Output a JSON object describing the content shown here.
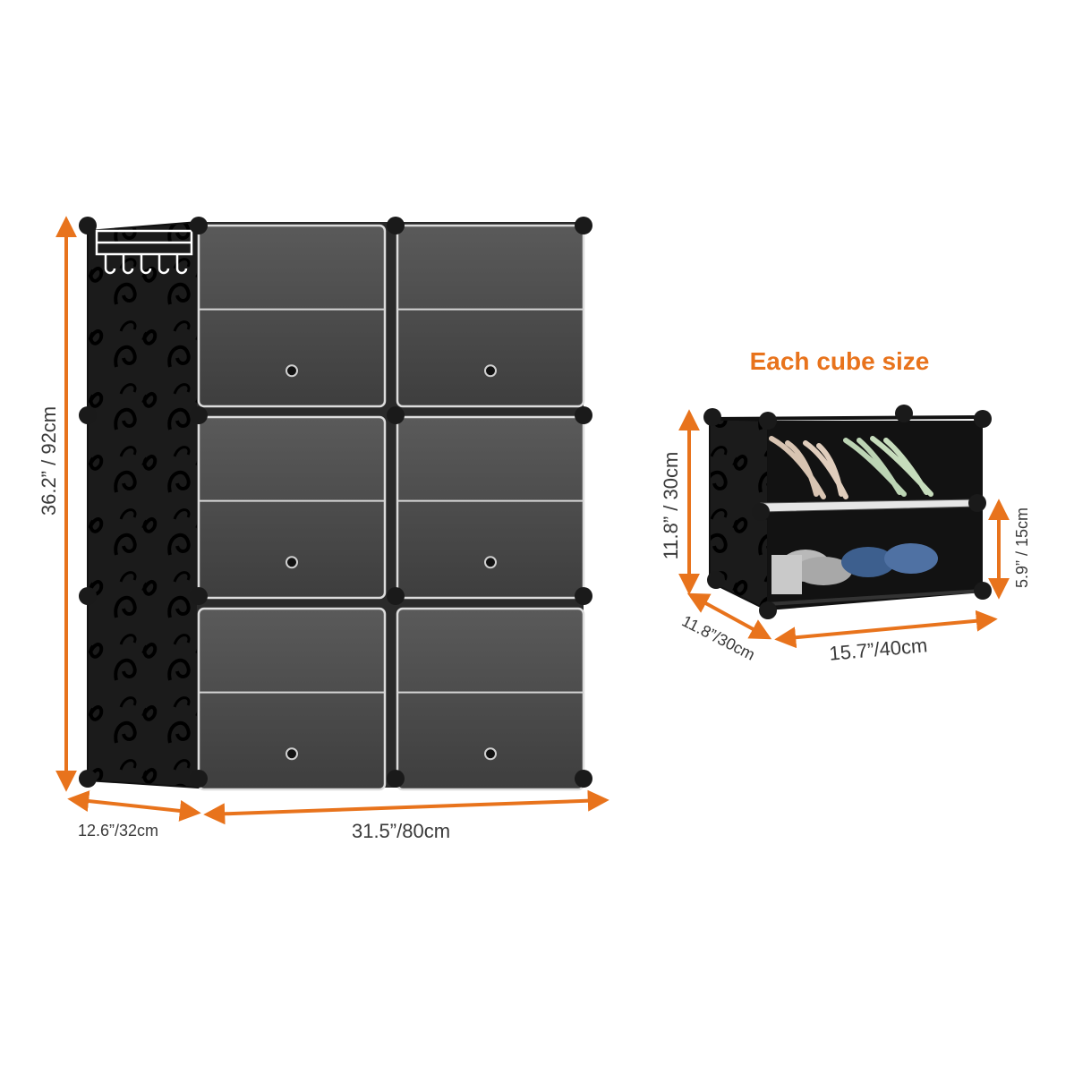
{
  "colors": {
    "arrow": "#e8731c",
    "dimension_text": "#3a3a3a",
    "heading_text": "#e8731c",
    "panel_black": "#1b1b1b",
    "door_gray": "#4a4a4a",
    "connector": "#1a1a1a"
  },
  "main_unit": {
    "height_label": "36.2” / 92cm",
    "width_label": "31.5”/80cm",
    "depth_label": "12.6”/32cm",
    "columns": 2,
    "rows": 3
  },
  "cube_detail": {
    "heading": "Each cube size",
    "height_label": "11.8” / 30cm",
    "shelf_height_label": "5.9” / 15cm",
    "depth_label": "11.8”/30cm",
    "width_label": "15.7”/40cm"
  },
  "icons": {
    "hook": "coat-hook-rack-icon",
    "connector": "round-connector-icon",
    "door_handle": "door-knob-hole-icon"
  }
}
